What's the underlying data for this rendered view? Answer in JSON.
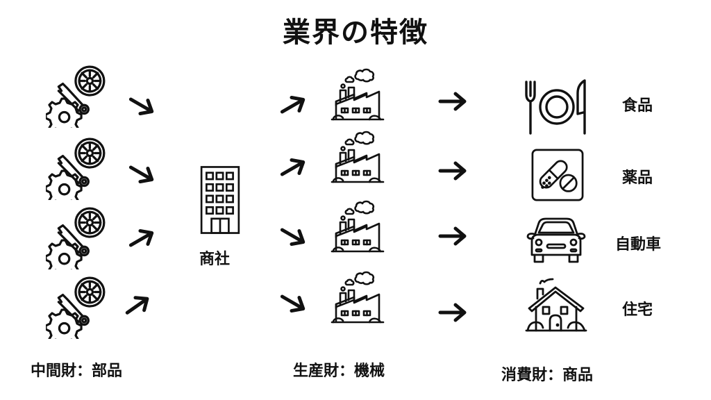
{
  "title": "業界の特徴",
  "colors": {
    "ink": "#111111",
    "background": "#ffffff"
  },
  "columns": {
    "intermediate": {
      "label": "中間財：部品",
      "icon": "parts-wrench-gear-icon",
      "count": 4
    },
    "trader": {
      "label": "商社",
      "icon": "office-building-icon"
    },
    "production": {
      "label": "生産財：機械",
      "icon": "factory-icon",
      "count": 4
    },
    "consumer": {
      "label": "消費財：商品",
      "items": [
        {
          "label": "食品",
          "icon": "food-plate-cutlery-icon"
        },
        {
          "label": "薬品",
          "icon": "medicine-pills-icon"
        },
        {
          "label": "自動車",
          "icon": "car-icon"
        },
        {
          "label": "住宅",
          "icon": "house-icon"
        }
      ]
    }
  },
  "arrows": {
    "parts_to_trader": [
      "down-right",
      "down-right",
      "up-right",
      "up-right"
    ],
    "trader_to_factory": [
      "up-right",
      "up-right",
      "down-right",
      "down-right"
    ],
    "factory_to_consumer": [
      "right",
      "right",
      "right",
      "right"
    ]
  }
}
